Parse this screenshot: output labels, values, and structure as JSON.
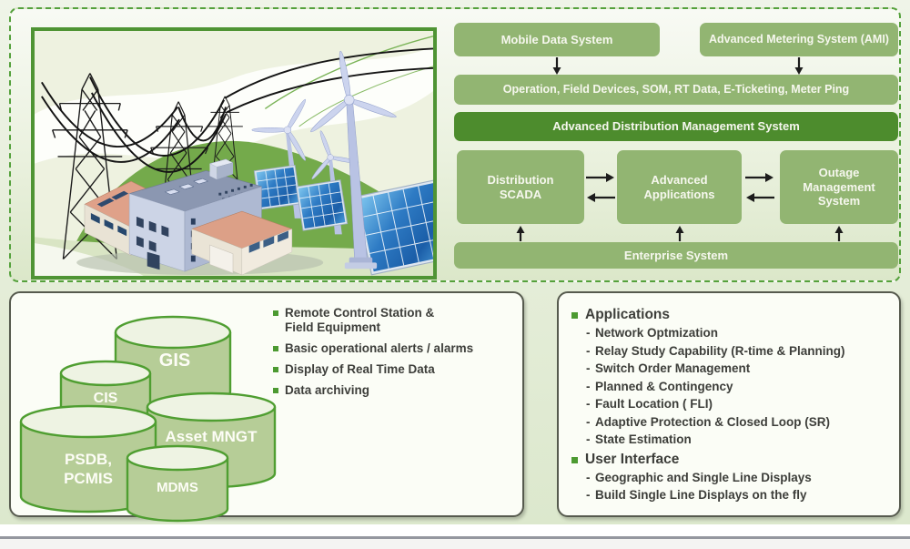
{
  "colors": {
    "accent_green": "#55a13c",
    "box_green": "#92b572",
    "box_green_dark": "#4d8c2d",
    "cylinder_green": "#b6cd97",
    "panel_background": "#fbfdf6",
    "text_dark": "#3d3e3a",
    "box_text": "#f6f7ee"
  },
  "glyphs": {
    "dash": "-"
  },
  "flow": {
    "sources": [
      {
        "label": "Mobile Data System"
      },
      {
        "label": "Advanced Metering System (AMI)"
      }
    ],
    "bus": {
      "label": "Operation, Field Devices, SOM, RT Data, E-Ticketing, Meter Ping"
    },
    "adms": {
      "label": "Advanced Distribution Management System"
    },
    "modules": [
      {
        "label": "Distribution SCADA"
      },
      {
        "label": "Advanced Applications"
      },
      {
        "label": "Outage Management System"
      }
    ],
    "enterprise": {
      "label": "Enterprise System"
    }
  },
  "left_panel": {
    "cylinders": [
      {
        "label": "GIS"
      },
      {
        "label": "CIS"
      },
      {
        "label": "Asset MNGT"
      },
      {
        "label": "PSDB,",
        "label2": "PCMIS"
      },
      {
        "label": "MDMS"
      }
    ],
    "bullets": [
      {
        "line1": "Remote Control Station &",
        "line2": "Field Equipment"
      },
      {
        "line1": "Basic operational alerts / alarms"
      },
      {
        "line1": "Display of Real Time Data"
      },
      {
        "line1": "Data archiving"
      }
    ]
  },
  "right_panel": {
    "sections": [
      {
        "title": "Applications",
        "items": [
          "Network Optmization",
          "Relay Study Capability (R-time & Planning)",
          "Switch Order Management",
          "Planned & Contingency",
          "Fault Location ( FLI)",
          "Adaptive Protection & Closed Loop (SR)",
          "State Estimation"
        ]
      },
      {
        "title": "User Interface",
        "items": [
          "Geographic and Single Line Displays",
          "Build Single Line Displays on the fly"
        ]
      }
    ]
  }
}
